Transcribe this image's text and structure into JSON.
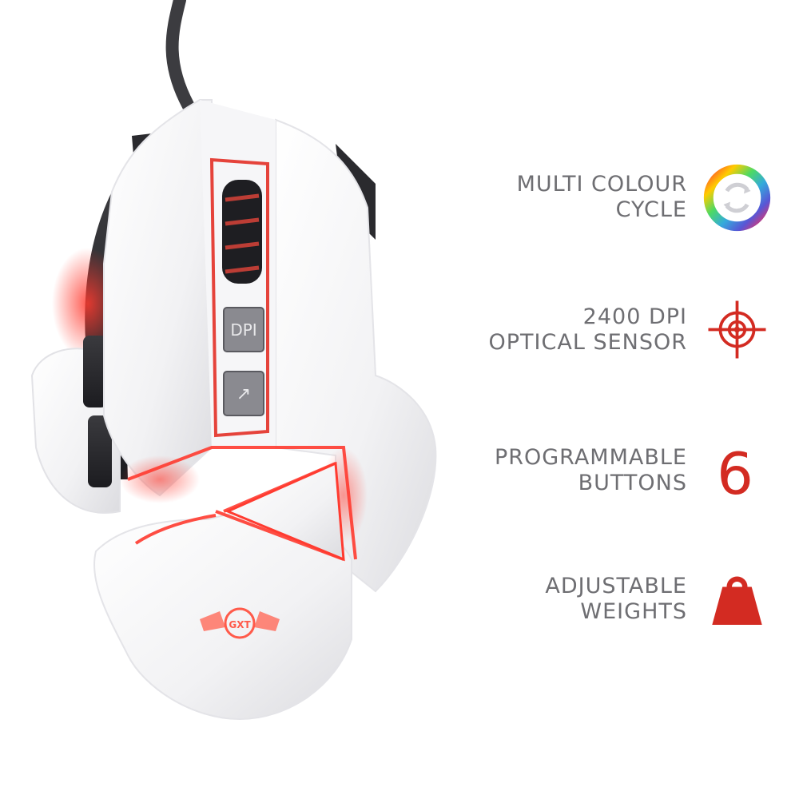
{
  "features": [
    {
      "line1": "MULTI COLOUR",
      "line2": "CYCLE",
      "icon": "color-cycle-icon"
    },
    {
      "line1": "2400 DPI",
      "line2": "OPTICAL SENSOR",
      "icon": "crosshair-icon"
    },
    {
      "line1": "PROGRAMMABLE",
      "line2": "BUTTONS",
      "icon": "number-badge",
      "badge": "6"
    },
    {
      "line1": "ADJUSTABLE",
      "line2": "WEIGHTS",
      "icon": "weight-icon"
    }
  ],
  "mouse": {
    "dpi_label": "DPI",
    "logo_text": "GXT"
  },
  "colors": {
    "accent": "#d32b22",
    "text": "#6e6e72",
    "glow": "#ff3b30"
  }
}
